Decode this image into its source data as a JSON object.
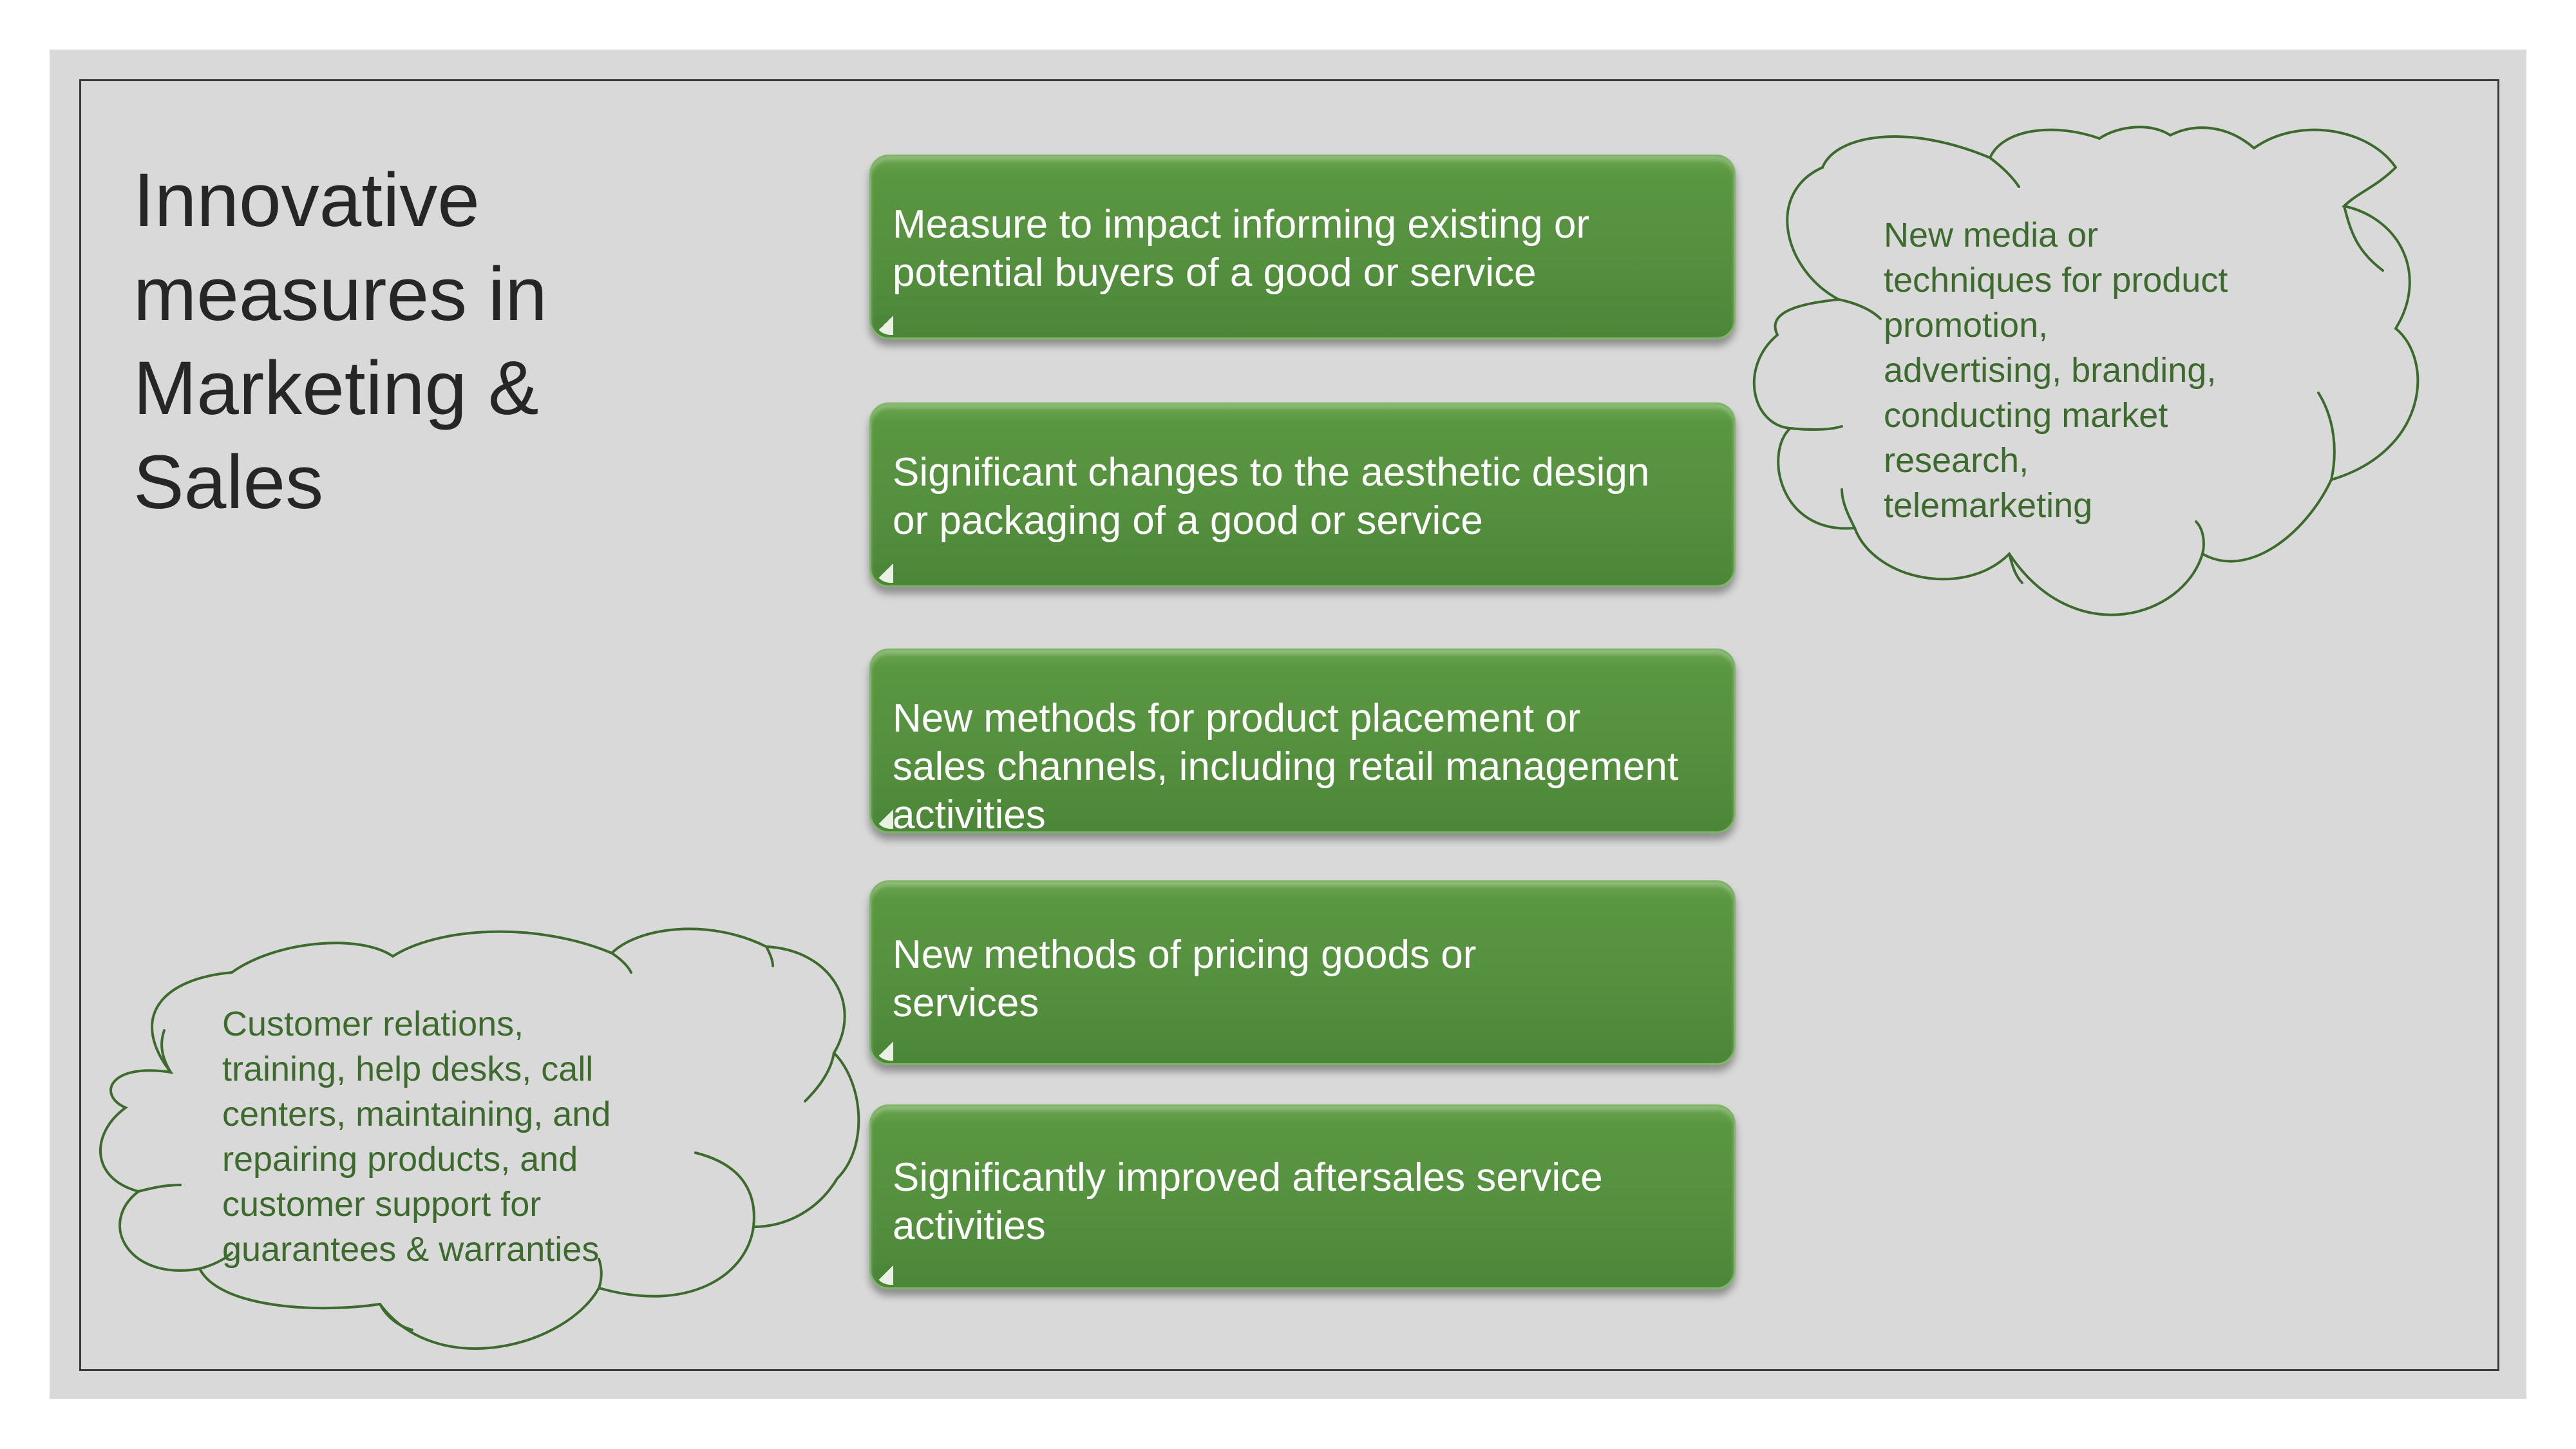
{
  "title": "Innovative\nmeasures in\nMarketing &\nSales",
  "boxes": [
    "Measure to impact informing existing or\npotential buyers of a good or service",
    "Significant changes to the aesthetic  design\nor packaging of a good or  service",
    "New methods for product placement  or\nsales channels, including retail  management\nactivities",
    "New methods of pricing goods or\nservices",
    "Significantly improved aftersales service\nactivities"
  ],
  "cloud_right": "New media or\ntechniques for  product\npromotion,\nadvertising,  branding,\nconducting market\nresearch,\ntelemarketing",
  "cloud_left": "Customer relations,\ntraining, help desks, call\ncenters, maintaining,  and\nrepairing products,  and\ncustomer support  for\nguarantees &  warranties",
  "colors": {
    "slide_bg": "#d9d9d9",
    "box_green": "#548f3e",
    "cloud_stroke": "#3d6b2d",
    "title_text": "#262626"
  }
}
